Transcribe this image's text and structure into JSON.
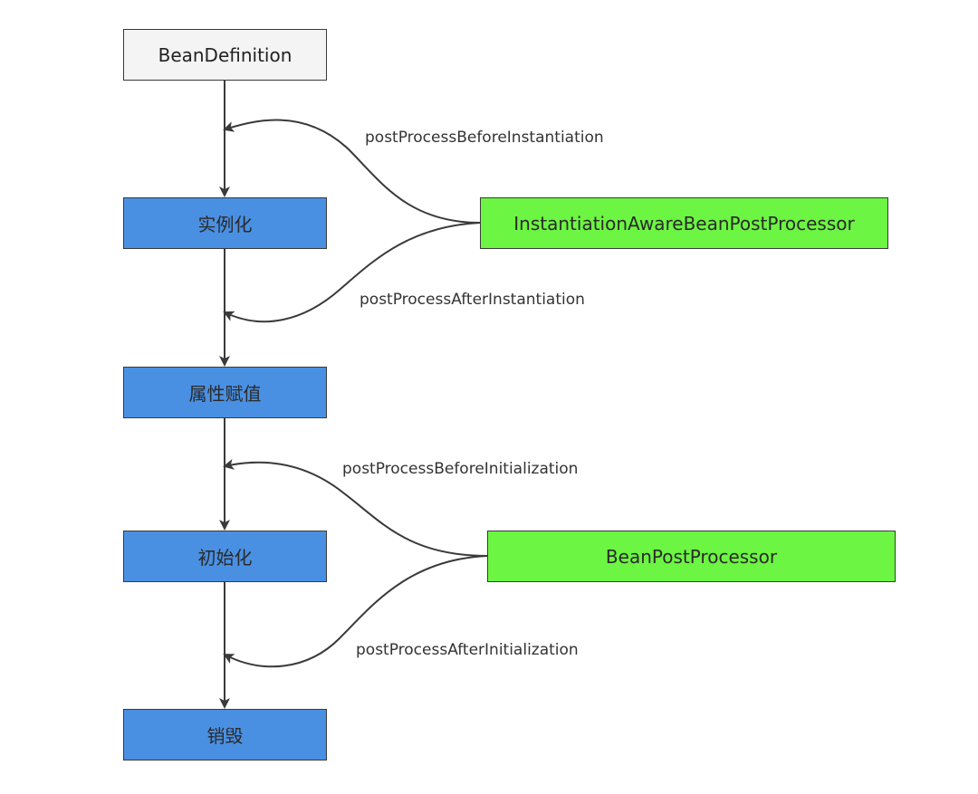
{
  "nodes": {
    "bean_definition": "BeanDefinition",
    "instantiation": "实例化",
    "populate": "属性赋值",
    "initialization": "初始化",
    "destruction": "销毁",
    "instantiation_aware_processor": "InstantiationAwareBeanPostProcessor",
    "bean_post_processor": "BeanPostProcessor"
  },
  "hooks": {
    "before_instantiation": "postProcessBeforeInstantiation",
    "after_instantiation": "postProcessAfterInstantiation",
    "before_initialization": "postProcessBeforeInitialization",
    "after_initialization": "postProcessAfterInitialization"
  },
  "colors": {
    "start_fill": "#f4f4f4",
    "stage_fill": "#4a90e2",
    "processor_fill": "#6cf542",
    "line": "#3a3a3a"
  }
}
